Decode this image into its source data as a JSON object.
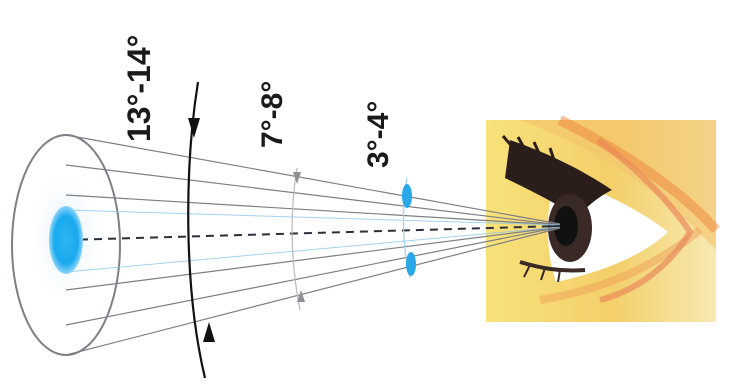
{
  "labels": {
    "outer_angle": "13°-14°",
    "middle_angle": "7°-8°",
    "inner_angle": "3°-4°"
  },
  "colors": {
    "cone_lines": "#7d7f86",
    "central_spot": "#19a9ee",
    "inner_markers": "#2aa7e6",
    "middle_markers": "#8f8f95",
    "boundary_arc": "#111111",
    "skin_light": "#f6e27a",
    "skin_warm": "#ef8a3f"
  },
  "icons": {
    "eye": "eye-illustration",
    "arrow_top": "arrow-down-icon",
    "arrow_bottom": "arrow-up-icon"
  }
}
